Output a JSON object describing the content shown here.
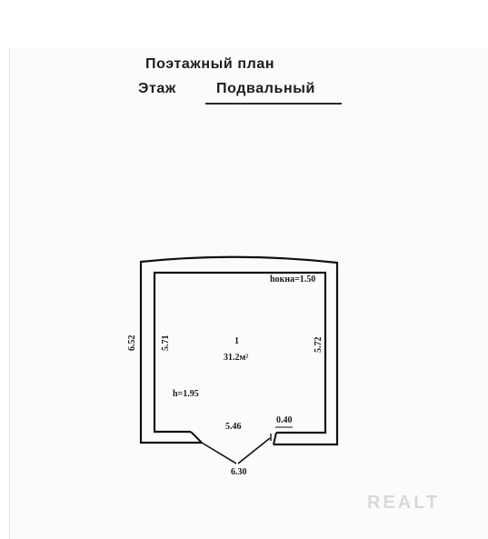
{
  "header": {
    "title": "Поэтажный план",
    "floor_label": "Этаж",
    "floor_value": "Подвальный"
  },
  "plan": {
    "room_number": "1",
    "room_area": "31.2м²",
    "ceiling_height": "h=1.95",
    "window_height": "hокна=1.50",
    "dimensions": {
      "outer_left": "6.52",
      "inner_left": "5.71",
      "inner_right": "5.72",
      "inner_bottom": "5.46",
      "opening": "0.40",
      "outer_bottom": "6.30"
    }
  },
  "watermark": "REALT"
}
